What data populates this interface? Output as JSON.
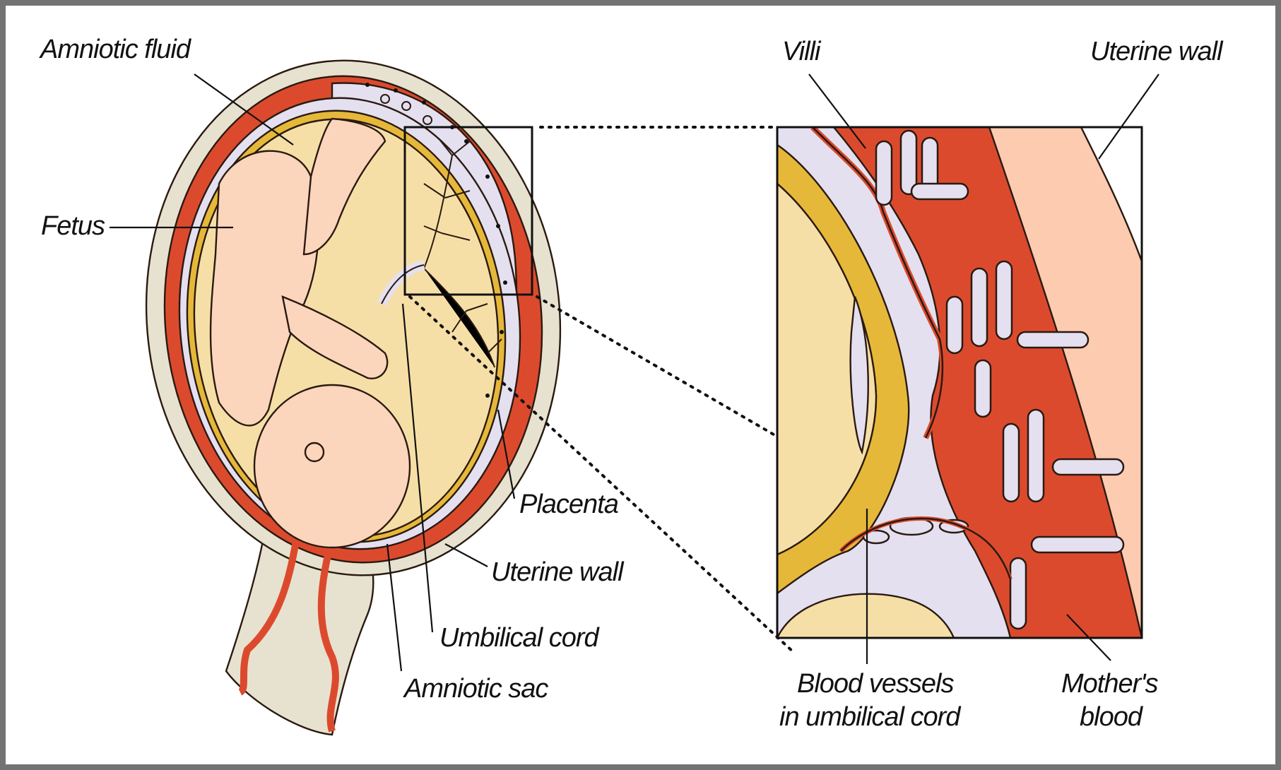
{
  "labels": {
    "amniotic_fluid": "Amniotic fluid",
    "fetus": "Fetus",
    "placenta": "Placenta",
    "uterine_wall_left": "Uterine wall",
    "umbilical_cord": "Umbilical cord",
    "amniotic_sac": "Amniotic sac",
    "villi": "Villi",
    "uterine_wall_right": "Uterine wall",
    "blood_vessels_line1": "Blood vessels",
    "blood_vessels_line2": "in umbilical cord",
    "mothers_blood_line1": "Mother's",
    "mothers_blood_line2": "blood"
  },
  "colors": {
    "uterine_wall_outer": "#e7e2cf",
    "maternal_blood": "#dc4a2e",
    "membrane": "#e4e0f0",
    "amniotic_sac_line": "#e6b83a",
    "amniotic_fluid": "#f6dfa7",
    "fetus_skin": "#fcd5bd",
    "uterine_wall_pink": "#fccbb0",
    "frame_border": "#737373"
  }
}
